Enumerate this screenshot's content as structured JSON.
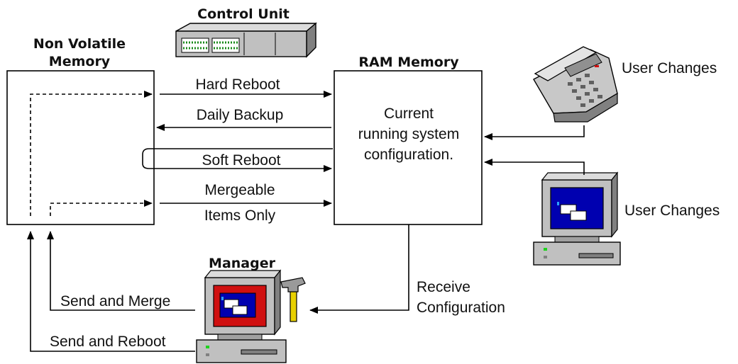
{
  "titles": {
    "control_unit": "Control Unit",
    "non_volatile_line1": "Non Volatile",
    "non_volatile_line2": "Memory",
    "ram_memory": "RAM Memory",
    "manager": "Manager"
  },
  "ram_box_text": [
    "Current",
    "running system",
    "configuration."
  ],
  "flows": {
    "hard_reboot": "Hard Reboot",
    "daily_backup": "Daily Backup",
    "soft_reboot": "Soft Reboot",
    "mergeable_line1": "Mergeable",
    "mergeable_line2": "Items Only",
    "receive_line1": "Receive",
    "receive_line2": "Configuration",
    "send_and_merge": "Send and Merge",
    "send_and_reboot": "Send and Reboot"
  },
  "user_changes": {
    "phone": "User Changes",
    "computer": "User Changes"
  },
  "colors": {
    "device_gray": "#c0c0c0",
    "device_dark": "#808080",
    "screen_blue": "#0000b0",
    "screen_red": "#d01010",
    "led_green": "#1fd21f",
    "hammer_yellow": "#e8d000"
  },
  "icons": [
    "control-unit-icon",
    "telephone-icon",
    "computer-icon",
    "manager-computer-icon",
    "hammer-icon"
  ]
}
